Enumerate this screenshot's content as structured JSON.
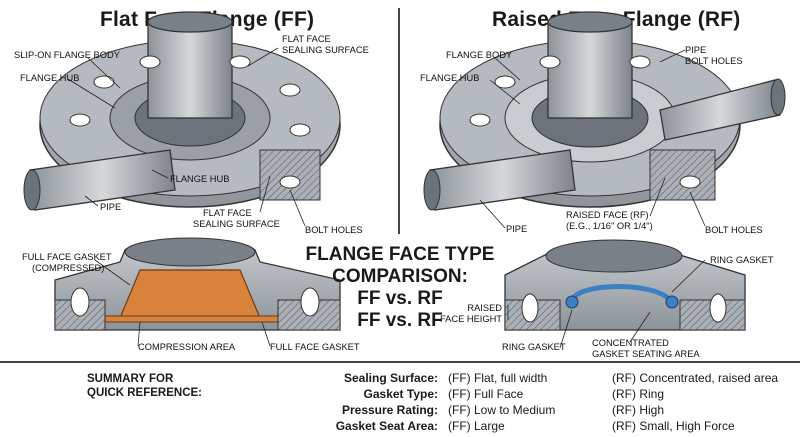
{
  "titles": {
    "ff": "Flat Face Flange (FF)",
    "rf": "Raised Face Flange (RF)"
  },
  "ff_labels": {
    "slip_on_body": "SLIP-ON FLANGE BODY",
    "flange_hub_top": "FLANGE HUB",
    "flat_face_top_1": "FLAT FACE",
    "flat_face_top_2": "SEALING SURFACE",
    "flange_hub_mid": "FLANGE HUB",
    "pipe": "PIPE",
    "flat_face_bot_1": "FLAT FACE",
    "flat_face_bot_2": "SEALING SURFACE",
    "bolt_holes": "BOLT HOLES"
  },
  "rf_labels": {
    "flange_body": "FLANGE BODY",
    "flange_hub": "FLANGE HUB",
    "pipe_top": "PIPE",
    "bolt_holes_top": "BOLT HOLES",
    "pipe_bot": "PIPE",
    "raised_face_1": "RAISED FACE (RF)",
    "raised_face_2": "(E.G., 1/16\" OR 1/4\")",
    "bolt_holes_bot": "BOLT HOLES"
  },
  "center": {
    "line1": "FLANGE FACE TYPE",
    "line2": "COMPARISON:",
    "line3": "FF vs. RF",
    "line4": "FF vs. RF"
  },
  "ff_section": {
    "gasket_1": "FULL FACE GASKET",
    "gasket_2": "(COMPRESSED)",
    "compression_area": "COMPRESSION AREA",
    "full_face_gasket": "FULL FACE GASKET"
  },
  "rf_section": {
    "ring_gasket_top": "RING GASKET",
    "raised_1": "RAISED",
    "raised_2": "FACE HEIGHT",
    "ring_gasket_bot": "RING GASKET",
    "concentrated_1": "CONCENTRATED",
    "concentrated_2": "GASKET SEATING AREA"
  },
  "summary": {
    "heading_1": "SUMMARY FOR",
    "heading_2": "QUICK REFERENCE:",
    "rows": [
      {
        "key": "Sealing Surface:",
        "ff": "(FF) Flat, full width",
        "rf": "(RF) Concentrated, raised area"
      },
      {
        "key": "Gasket Type:",
        "ff": "(FF) Full Face",
        "rf": "(RF) Ring"
      },
      {
        "key": "Pressure Rating:",
        "ff": "(FF) Low to Medium",
        "rf": "(RF) High"
      },
      {
        "key": "Gasket Seat Area:",
        "ff": "(FF) Large",
        "rf": "(RF) Small, High Force"
      }
    ]
  },
  "colors": {
    "metal": "#9aa0a6",
    "metal_light": "#c9cdd1",
    "metal_dark": "#5c6268",
    "gasket_ff": "#d9823b",
    "gasket_rf": "#3b7fc4"
  }
}
